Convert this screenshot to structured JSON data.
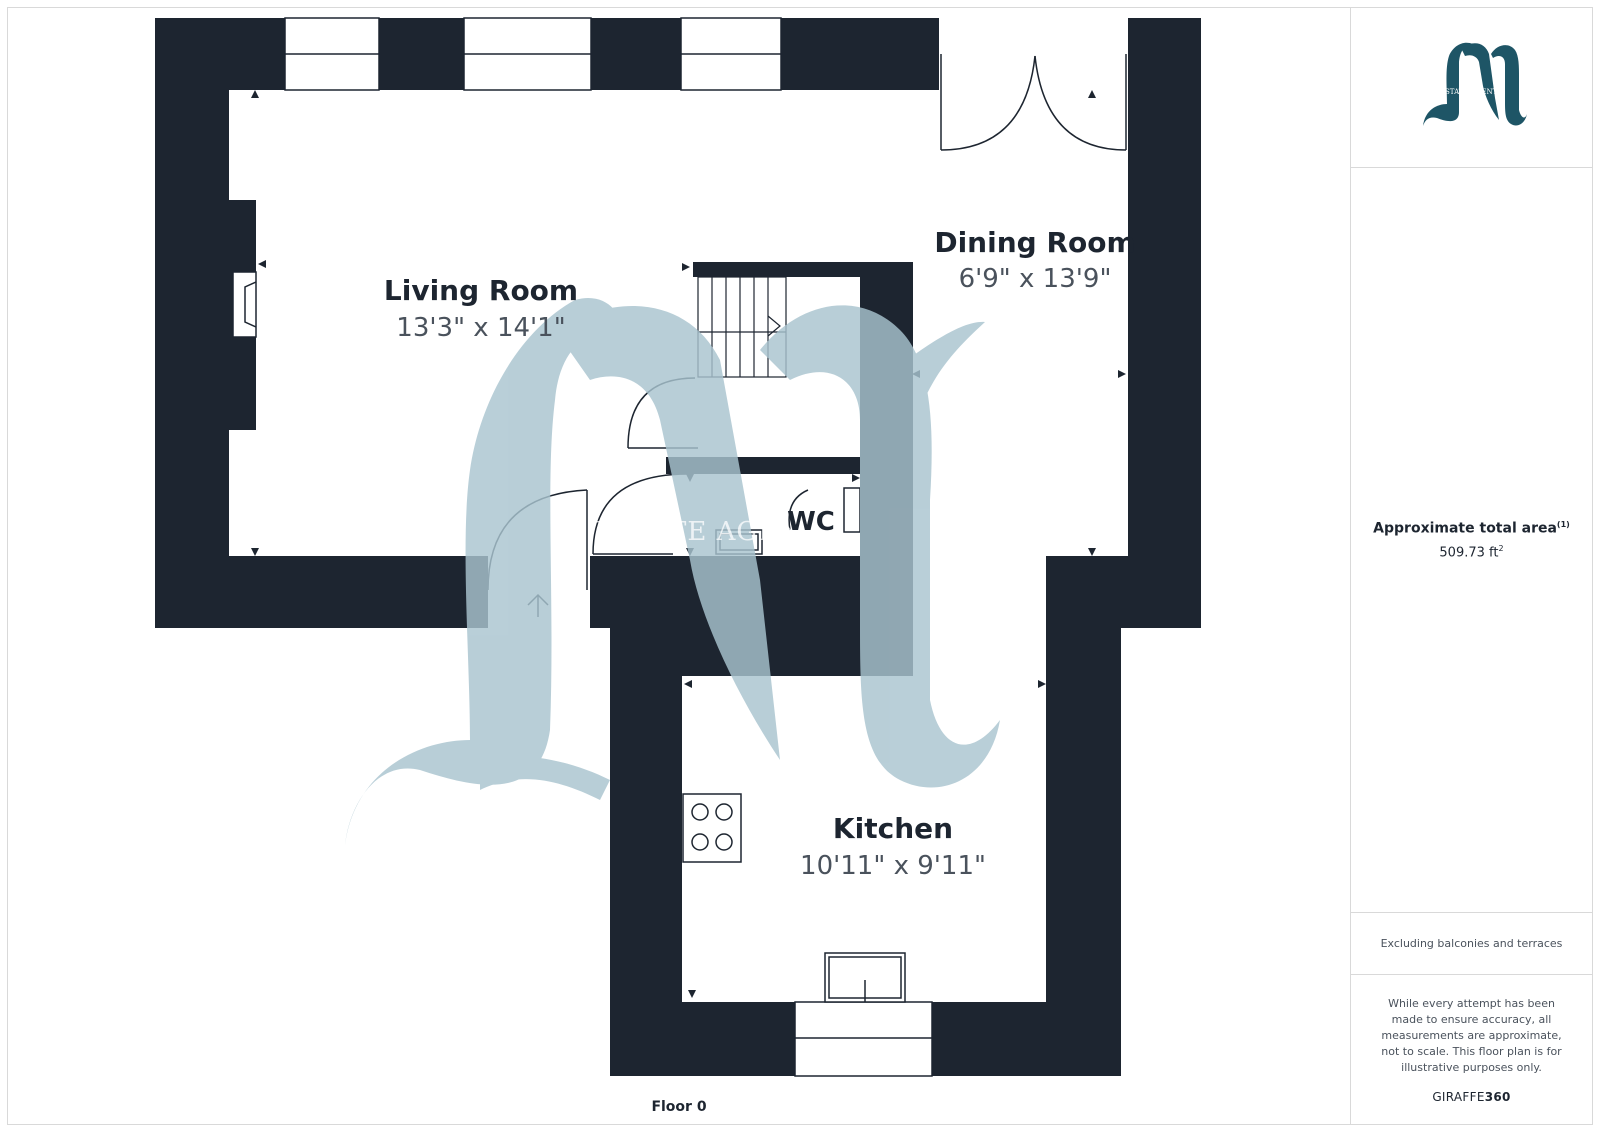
{
  "rooms": {
    "living": {
      "name": "Living Room",
      "dims": "13'3\" x 14'1\""
    },
    "dining": {
      "name": "Dining Room",
      "dims": "6'9\" x 13'9\""
    },
    "kitchen": {
      "name": "Kitchen",
      "dims": "10'11\" x 9'11\""
    },
    "wc": {
      "name": "WC"
    }
  },
  "floor_label": "Floor 0",
  "watermark": {
    "text": "ESTATE AGENTS",
    "logo_text": "ESTATE AGENTS"
  },
  "sidebar": {
    "area_title": "Approximate total area",
    "area_note_mark": "(1)",
    "area_value": "509.73 ft",
    "area_unit_sup": "2",
    "excluding": "Excluding balconies and terraces",
    "disclaimer": "While every attempt has been made to ensure accuracy, all measurements are approximate, not to scale. This floor plan is for illustrative purposes only.",
    "brand_prefix": "GIRAFFE",
    "brand_suffix": "360"
  },
  "colors": {
    "wall": "#1d2530",
    "watermark": "#a9c4cf",
    "logo": "#1e5566"
  }
}
